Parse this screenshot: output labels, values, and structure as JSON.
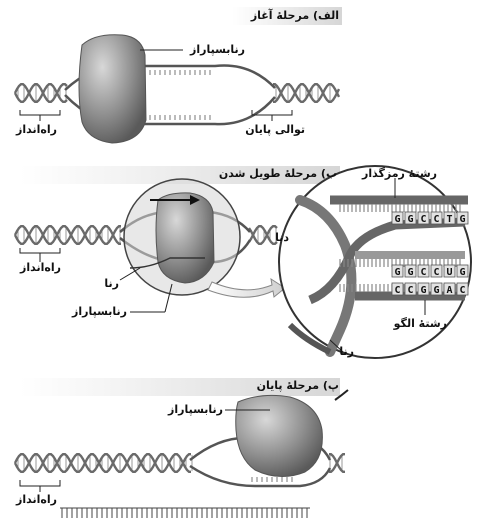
{
  "stages": {
    "initiation": {
      "title": "الف) مرحلهٔ آغاز",
      "rnapol": "رنابسپاراز",
      "promoter": "راه‌انداز",
      "terminator": "توالی پایان"
    },
    "elongation": {
      "title": "ب) مرحلهٔ طویل شدن",
      "promoter": "راه‌انداز",
      "rna": "رنا",
      "dna": "دنا",
      "rnapol": "رنابسپاراز",
      "coding_strand": "رشتهٔ رمزگذار",
      "template_strand": "رشتهٔ الگو",
      "rna_zoom": "رنا",
      "coding_bases": "GGCCTG",
      "rna_bases": "GGCCUG",
      "template_bases": "CCGGAC"
    },
    "termination": {
      "title": "پ) مرحلهٔ پایان",
      "rnapol": "رنابسپاراز",
      "promoter": "راه‌انداز"
    }
  },
  "colors": {
    "dna_strand": "#6a6a6a",
    "polymerase": "#9a9a9a",
    "header_bar": "#d6d6d6"
  }
}
